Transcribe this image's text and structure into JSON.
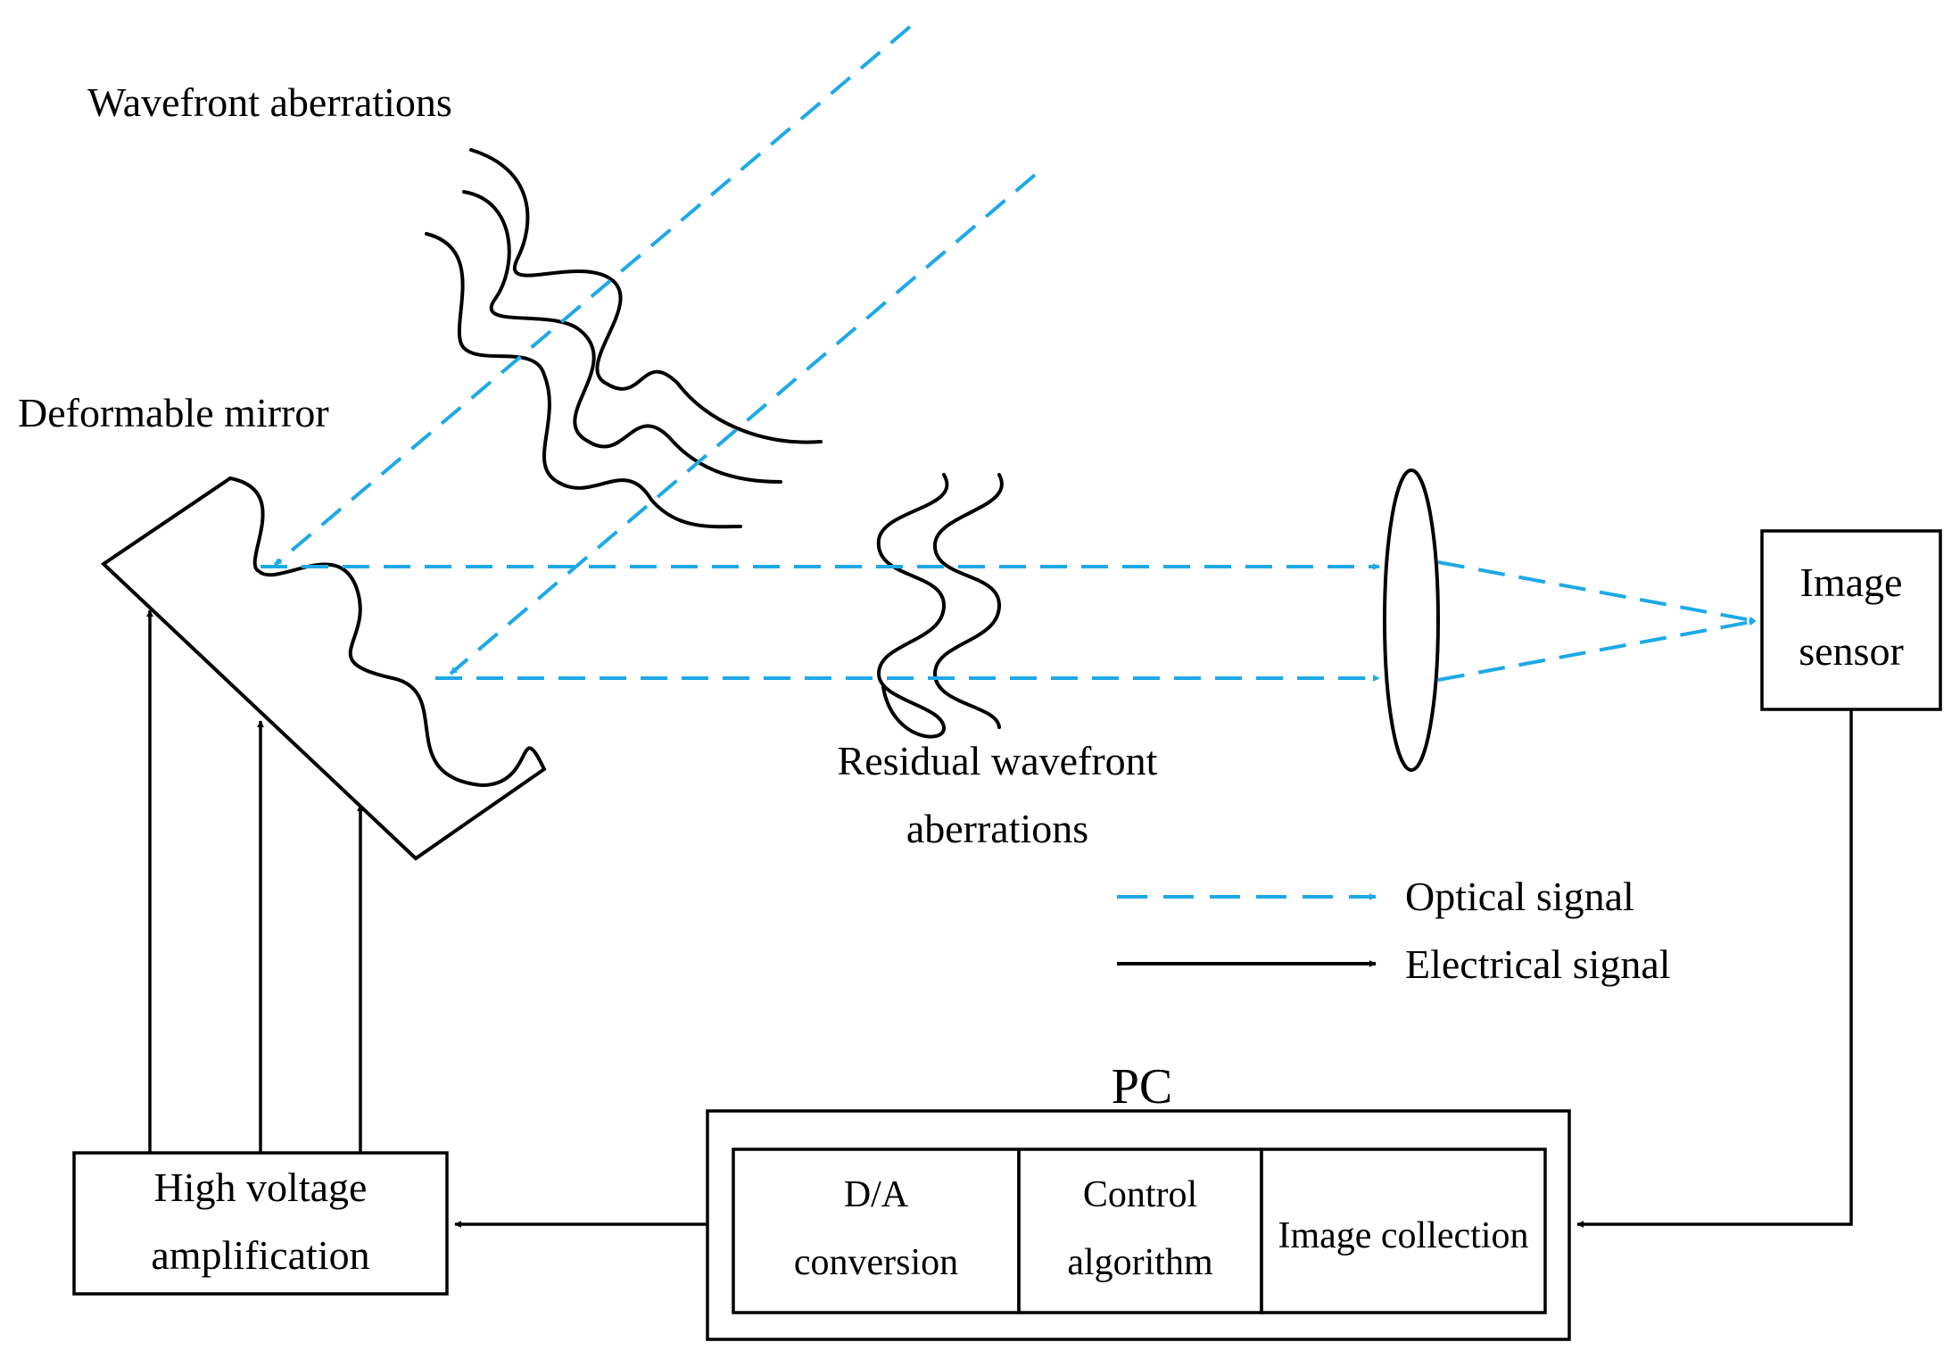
{
  "labels": {
    "wavefront_aberrations": "Wavefront aberrations",
    "deformable_mirror": "Deformable mirror",
    "residual_line1": "Residual wavefront",
    "residual_line2": "aberrations",
    "image_sensor_line1": "Image",
    "image_sensor_line2": "sensor",
    "pc": "PC",
    "high_voltage_line1": "High voltage",
    "high_voltage_line2": "amplification",
    "da_line1": "D/A",
    "da_line2": "conversion",
    "control_line1": "Control",
    "control_line2": "algorithm",
    "image_collection": "Image collection"
  },
  "legend": {
    "optical": "Optical signal",
    "electrical": "Electrical signal"
  },
  "colors": {
    "optical": "#1ea9e6",
    "electrical": "#000000"
  }
}
